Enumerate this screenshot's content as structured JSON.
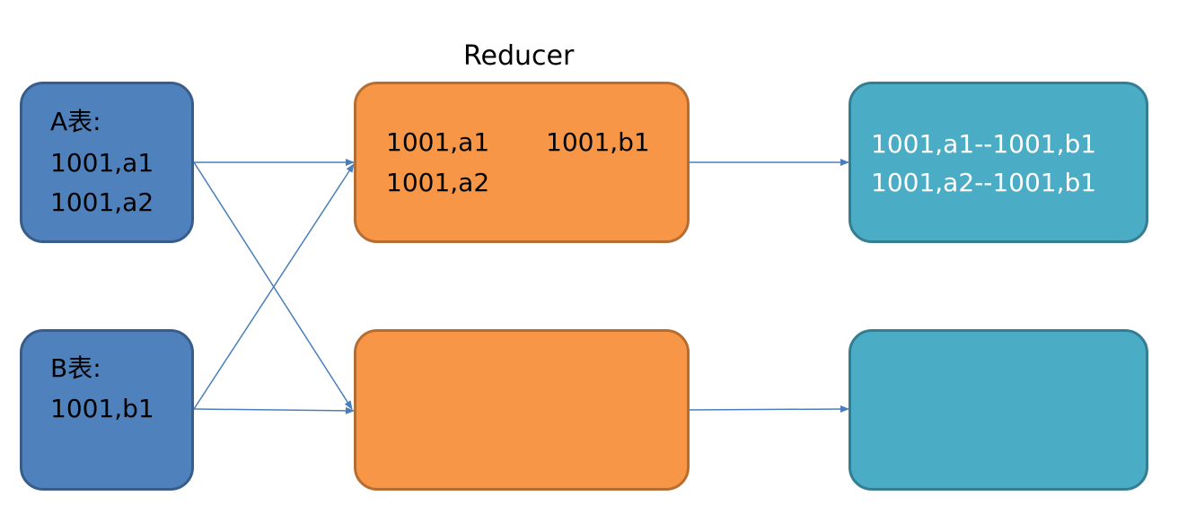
{
  "reducer_label": "Reducer",
  "colors": {
    "input_fill": "#4f81bd",
    "reducer_fill": "#f79646",
    "output_fill": "#4bacc6",
    "arrow": "#4a7ebb"
  },
  "table_a": {
    "title": "A表:",
    "rows": [
      "1001,a1",
      "1001,a2"
    ]
  },
  "table_b": {
    "title": "B表:",
    "rows": [
      "1001,b1"
    ]
  },
  "reducer_top": {
    "left_rows": [
      "1001,a1",
      "1001,a2"
    ],
    "right_rows": [
      "1001,b1"
    ]
  },
  "output_top": {
    "rows": [
      "1001,a1--1001,b1",
      "1001,a2--1001,b1"
    ]
  }
}
